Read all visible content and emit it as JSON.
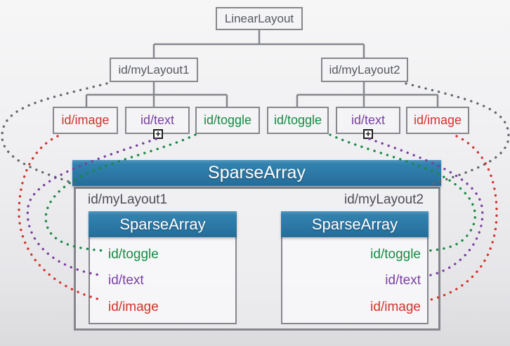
{
  "diagram_title": "LinearLayout to SparseArray mapping diagram",
  "colors": {
    "red": "#d0342c",
    "purple": "#7a3fa0",
    "green": "#178a42",
    "connector_gray": "#85878c",
    "dotted_gray": "#63666b",
    "header_blue": "#2b76a3",
    "node_text": "#56595f"
  },
  "tree": {
    "root": {
      "label": "LinearLayout"
    },
    "level2": [
      {
        "label": "id/myLayout1"
      },
      {
        "label": "id/myLayout2"
      }
    ],
    "leaves_left": [
      {
        "label": "id/image",
        "color": "red"
      },
      {
        "label": "id/text",
        "color": "purple"
      },
      {
        "label": "id/toggle",
        "color": "green"
      }
    ],
    "leaves_right": [
      {
        "label": "id/toggle",
        "color": "green"
      },
      {
        "label": "id/text",
        "color": "purple"
      },
      {
        "label": "id/image",
        "color": "red"
      }
    ]
  },
  "icons": {
    "plus": "+"
  },
  "sparse": {
    "outer_header": "SparseArray",
    "groups": [
      {
        "key_label": "id/myLayout1",
        "header": "SparseArray",
        "entries": [
          {
            "label": "id/toggle",
            "color": "green"
          },
          {
            "label": "id/text",
            "color": "purple"
          },
          {
            "label": "id/image",
            "color": "red"
          }
        ]
      },
      {
        "key_label": "id/myLayout2",
        "header": "SparseArray",
        "entries": [
          {
            "label": "id/toggle",
            "color": "green"
          },
          {
            "label": "id/text",
            "color": "purple"
          },
          {
            "label": "id/image",
            "color": "red"
          }
        ]
      }
    ]
  }
}
